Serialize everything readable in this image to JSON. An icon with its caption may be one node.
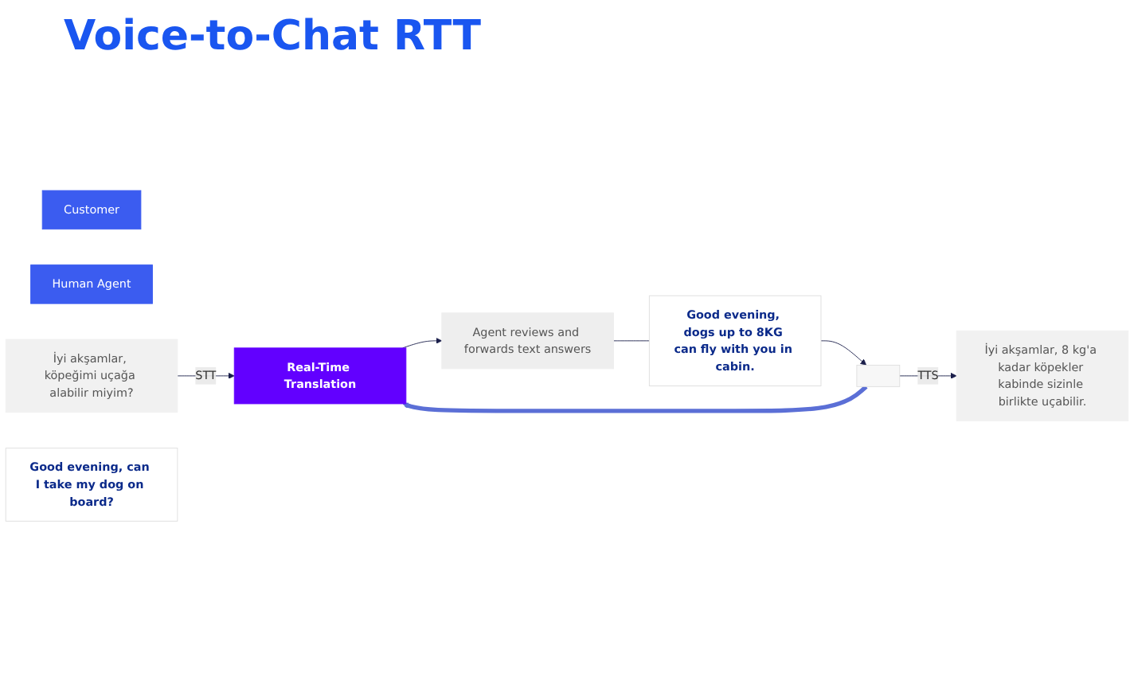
{
  "diagram": {
    "title": "Voice-to-Chat RTT",
    "nodes": [
      {
        "text": [
          "Customer"
        ]
      },
      {
        "text": [
          "Human Agent"
        ]
      },
      {
        "text": [
          "İyi akşamlar, köpeğimi uçağa alabilir miyim?"
        ]
      },
      {
        "text": [
          "Real-Time Translation"
        ]
      },
      {
        "text": [
          "Good evening, can I take my dog on board?"
        ]
      },
      {
        "text": [
          "Agent reviews and forwards text answers"
        ]
      },
      {
        "text": [
          "Good evening, dogs up to 8KG can fly with you in cabin."
        ]
      },
      {
        "text": [],
        "shape": "box"
      },
      {
        "text": [
          "İyi akşamlar, 8 kg'a kadar köpekler kabinde sizinle birlikte uçabilir."
        ]
      }
    ],
    "edges": [
      {
        "from": 2,
        "to": 3,
        "label": "STT",
        "arrow": "to"
      },
      {
        "from": 3,
        "to": 5,
        "arrow": "to"
      },
      {
        "from": 5,
        "to": 6,
        "arrow": "none"
      },
      {
        "from": 6,
        "to": 7,
        "arrow": "to"
      },
      {
        "from": 7,
        "to": 3,
        "arrow": "to",
        "style": "thick",
        "color": "#5b6fd6"
      },
      {
        "from": 7,
        "to": 8,
        "label": "TTS",
        "arrow": "to"
      }
    ]
  }
}
